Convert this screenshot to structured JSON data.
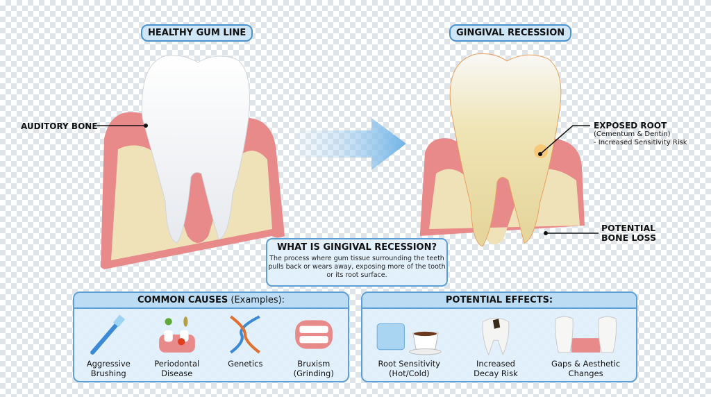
{
  "titles": {
    "healthy": "HEALTHY GUM LINE",
    "recession": "GINGIVAL RECESSION"
  },
  "labels": {
    "auditory_bone": "AUDITORY BONE",
    "exposed_root": "EXPOSED ROOT",
    "exposed_root_sub1": "(Cementum & Dentin)",
    "exposed_root_sub2": "- Increased Sensitivity Risk",
    "bone_loss_1": "POTENTIAL",
    "bone_loss_2": "BONE LOSS"
  },
  "definition": {
    "title": "WHAT IS GINGIVAL RECESSION?",
    "text": "The process where gum tissue surrounding the teeth pulls back or wears away, exposing more of the tooth or its root surface."
  },
  "causes": {
    "title": "COMMON CAUSES",
    "title_suffix": " (Examples):",
    "items": [
      {
        "label": "Aggressive Brushing",
        "icon": "toothbrush-icon"
      },
      {
        "label": "Periodontal Disease",
        "icon": "bacteria-gum-icon"
      },
      {
        "label": "Genetics",
        "icon": "dna-icon"
      },
      {
        "label": "Bruxism (Grinding)",
        "icon": "teeth-icon"
      }
    ]
  },
  "effects": {
    "title": "POTENTIAL EFFECTS:",
    "items": [
      {
        "label": "Root Sensitivity (Hot/Cold)",
        "icon": "ice-coffee-icon"
      },
      {
        "label": "Increased Decay Risk",
        "icon": "decayed-tooth-icon"
      },
      {
        "label": "Gaps & Aesthetic Changes",
        "icon": "gap-teeth-icon"
      }
    ]
  },
  "colors": {
    "accent": "#4a93cf",
    "gum": "#e8898a",
    "bone": "#efe2b8"
  }
}
